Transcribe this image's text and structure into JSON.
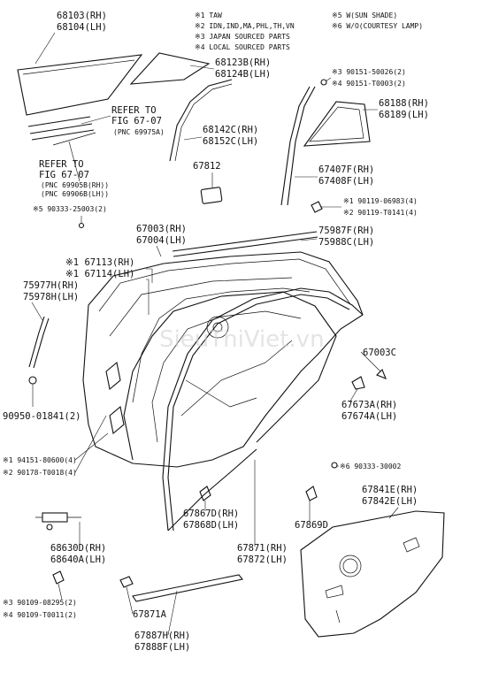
{
  "notes": [
    "※1 TAW",
    "※2 IDN,IND,MA,PHL,TH,VN",
    "※3 JAPAN SOURCED PARTS",
    "※4 LOCAL SOURCED PARTS",
    "※5 W(SUN SHADE)",
    "※6 W/O(COURTESY LAMP)"
  ],
  "labels": [
    {
      "id": "68103",
      "lines": [
        "68103(RH)",
        "68104(LH)"
      ]
    },
    {
      "id": "68123B",
      "lines": [
        "68123B(RH)",
        "68124B(LH)"
      ]
    },
    {
      "id": "90151",
      "lines": [
        "※3 90151-50026(2)",
        "※4 90151-T0003(2)"
      ]
    },
    {
      "id": "refer1",
      "lines": [
        "REFER TO",
        "FIG 67-07",
        "(PNC 69975A)"
      ]
    },
    {
      "id": "68188",
      "lines": [
        "68188(RH)",
        "68189(LH)"
      ]
    },
    {
      "id": "68142C",
      "lines": [
        "68142C(RH)",
        "68152C(LH)"
      ]
    },
    {
      "id": "refer2",
      "lines": [
        "REFER TO",
        "FIG 67-07",
        "(PNC 69905B(RH))",
        "(PNC 69906B(LH))"
      ]
    },
    {
      "id": "67812",
      "lines": [
        "67812"
      ]
    },
    {
      "id": "67407F",
      "lines": [
        "67407F(RH)",
        "67408F(LH)"
      ]
    },
    {
      "id": "90119",
      "lines": [
        "※1 90119-06983(4)",
        "※2 90119-T0141(4)"
      ]
    },
    {
      "id": "90333a",
      "lines": [
        "※5 90333-25003(2)"
      ]
    },
    {
      "id": "67003",
      "lines": [
        "67003(RH)",
        "67004(LH)"
      ]
    },
    {
      "id": "75987F",
      "lines": [
        "75987F(RH)",
        "75988C(LH)"
      ]
    },
    {
      "id": "67113",
      "lines": [
        "※1 67113(RH)",
        "※1 67114(LH)"
      ]
    },
    {
      "id": "75977H",
      "lines": [
        "75977H(RH)",
        "75978H(LH)"
      ]
    },
    {
      "id": "67003C",
      "lines": [
        "67003C"
      ]
    },
    {
      "id": "67673A",
      "lines": [
        "67673A(RH)",
        "67674A(LH)"
      ]
    },
    {
      "id": "90950",
      "lines": [
        "90950-01841(2)"
      ]
    },
    {
      "id": "94151",
      "lines": [
        "※1 94151-80600(4)",
        "※2 90178-T0018(4)"
      ]
    },
    {
      "id": "90333b",
      "lines": [
        "※6 90333-30002"
      ]
    },
    {
      "id": "67841E",
      "lines": [
        "67841E(RH)",
        "67842E(LH)"
      ]
    },
    {
      "id": "67867D",
      "lines": [
        "67867D(RH)",
        "67868D(LH)"
      ]
    },
    {
      "id": "67869D",
      "lines": [
        "67869D"
      ]
    },
    {
      "id": "68630D",
      "lines": [
        "68630D(RH)",
        "68640A(LH)"
      ]
    },
    {
      "id": "67871",
      "lines": [
        "67871(RH)",
        "67872(LH)"
      ]
    },
    {
      "id": "90109",
      "lines": [
        "※3 90109-08295(2)",
        "※4 90109-T0011(2)"
      ]
    },
    {
      "id": "67871A",
      "lines": [
        "67871A"
      ]
    },
    {
      "id": "67887H",
      "lines": [
        "67887H(RH)",
        "67888F(LH)"
      ]
    }
  ],
  "watermark": "SieuThiViet.vn"
}
